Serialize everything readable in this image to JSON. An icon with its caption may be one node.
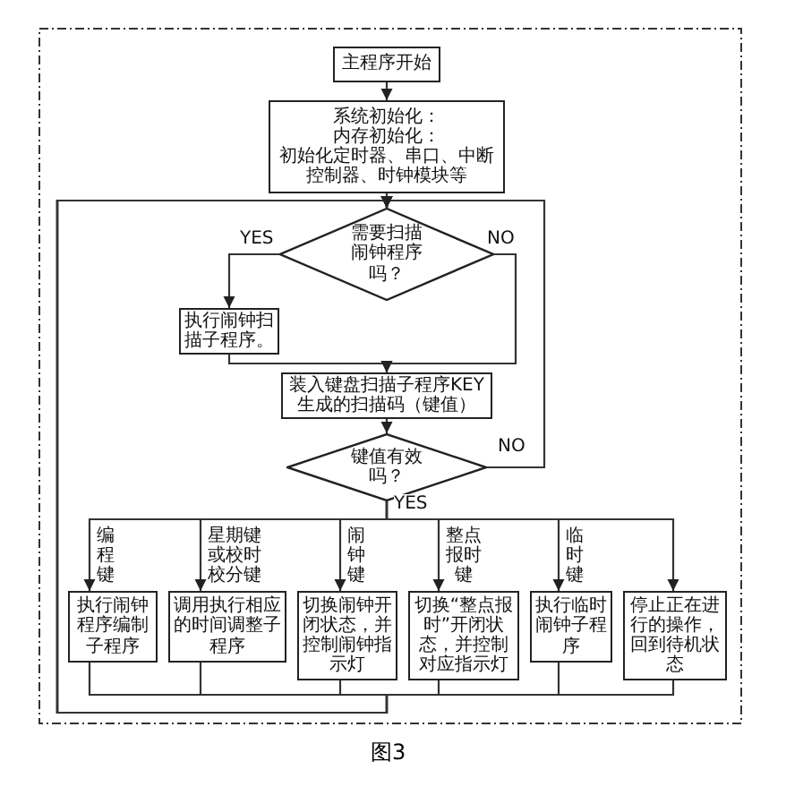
{
  "diagram": {
    "caption": "图3",
    "nodes": [
      {
        "text": [
          "主程序开始"
        ]
      },
      {
        "text": [
          "系统初始化：",
          "内存初始化：",
          "初始化定时器、串口、中断控制器、时钟模块等"
        ]
      },
      {
        "text": [
          "需要扫描闹钟程序吗？"
        ]
      },
      {
        "text": [
          "执行闹钟扫描子程序。"
        ]
      },
      {
        "text": [
          "装入键盘扫描子程序KEY生成的扫描码（键值）"
        ]
      },
      {
        "text": [
          "键值有效吗？"
        ]
      },
      {
        "text": [
          "执行闹钟程序编制子程序"
        ]
      },
      {
        "text": [
          "调用执行相应的时间调整子程序"
        ]
      },
      {
        "text": [
          "切换闹钟开闭状态，并控制闹钟指示灯"
        ]
      },
      {
        "text": [
          "切换“整点报时”开闭状态，并控制对应指示灯"
        ]
      },
      {
        "text": [
          "执行临时闹钟子程序"
        ]
      },
      {
        "text": [
          "停止正在进行的操作，回到待机状态"
        ]
      }
    ],
    "edges": [
      {
        "from": 0,
        "to": 1,
        "arrow": "to"
      },
      {
        "from": 1,
        "to": 2,
        "arrow": "to"
      },
      {
        "from": 2,
        "to": 3,
        "arrow": "to",
        "label": "YES"
      },
      {
        "from": 2,
        "to": 4,
        "arrow": "to",
        "label": "NO"
      },
      {
        "from": 3,
        "to": 4,
        "arrow": "to"
      },
      {
        "from": 4,
        "to": 5,
        "arrow": "to"
      },
      {
        "from": 5,
        "to": 2,
        "arrow": "to",
        "label": "NO"
      },
      {
        "from": 5,
        "to": 6,
        "arrow": "to",
        "label": "编程键"
      },
      {
        "from": 5,
        "to": 7,
        "arrow": "to",
        "label": "星期键或校时校分键"
      },
      {
        "from": 5,
        "to": 8,
        "arrow": "to",
        "label": "闹钟键"
      },
      {
        "from": 5,
        "to": 9,
        "arrow": "to",
        "label": "整点报时键"
      },
      {
        "from": 5,
        "to": 10,
        "arrow": "to",
        "label": "临时键"
      },
      {
        "from": 5,
        "to": 11,
        "arrow": "to"
      },
      {
        "from": 6,
        "to": 2,
        "arrow": "to"
      },
      {
        "from": 7,
        "to": 2,
        "arrow": "to"
      },
      {
        "from": 8,
        "to": 2,
        "arrow": "to"
      },
      {
        "from": 9,
        "to": 2,
        "arrow": "to"
      },
      {
        "from": 10,
        "to": 2,
        "arrow": "to"
      },
      {
        "from": 11,
        "to": 2,
        "arrow": "to"
      }
    ],
    "labels": [
      "YES"
    ]
  }
}
